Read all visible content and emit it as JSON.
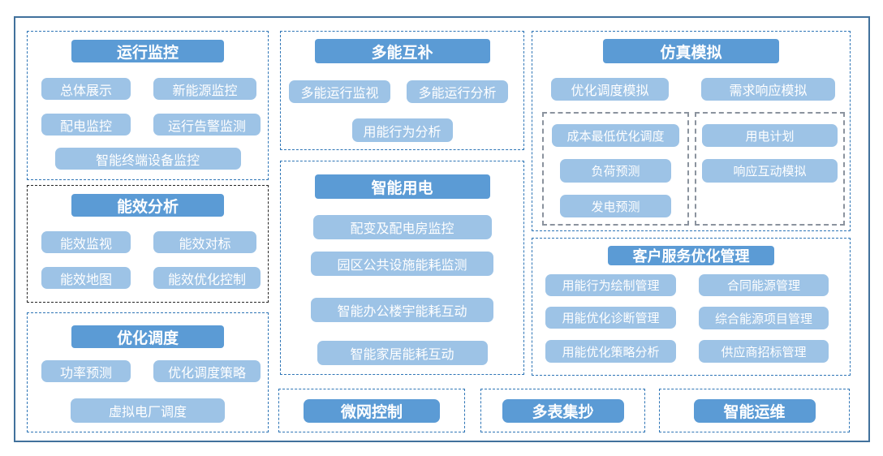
{
  "diagram": {
    "groups": [
      {
        "title": "运行监控",
        "items": [
          "总体展示",
          "新能源监控",
          "配电监控",
          "运行告警监测",
          "智能终端设备监控"
        ]
      },
      {
        "title": "能效分析",
        "items": [
          "能效监视",
          "能效对标",
          "能效地图",
          "能效优化控制"
        ]
      },
      {
        "title": "优化调度",
        "items": [
          "功率预测",
          "优化调度策略",
          "虚拟电厂调度"
        ]
      },
      {
        "title": "多能互补",
        "items": [
          "多能运行监视",
          "多能运行分析",
          "用能行为分析"
        ]
      },
      {
        "title": "智能用电",
        "items": [
          "配变及配电房监控",
          "园区公共设施能耗监测",
          "智能办公楼宇能耗互动",
          "智能家居能耗互动"
        ]
      },
      {
        "title": "仿真模拟",
        "items": [
          "优化调度模拟",
          "需求响应模拟"
        ],
        "subgroups": [
          {
            "items": [
              "成本最低优化调度",
              "负荷预测",
              "发电预测"
            ]
          },
          {
            "items": [
              "用电计划",
              "响应互动模拟"
            ]
          }
        ]
      },
      {
        "title": "客户服务优化管理",
        "items": [
          "用能行为绘制管理",
          "合同能源管理",
          "用能优化诊断管理",
          "综合能源项目管理",
          "用能优化策略分析",
          "供应商招标管理"
        ]
      },
      {
        "title": "微网控制"
      },
      {
        "title": "多表集抄"
      },
      {
        "title": "智能运维"
      }
    ],
    "colors": {
      "title_bg": "#5B9BD5",
      "item_bg": "#9DC3E6",
      "group_border_blue": "#2E75B6",
      "group_border_black": "#262626",
      "subgroup_border_gray": "#8B939E",
      "outer_border": "#41719C",
      "text": "#FFFFFF"
    }
  }
}
